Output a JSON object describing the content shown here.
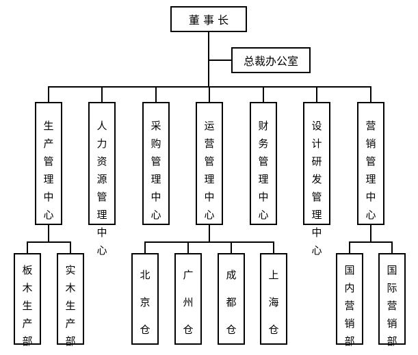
{
  "root": {
    "label": "董 事 长"
  },
  "staff": {
    "label": "总裁办公室"
  },
  "departments": [
    {
      "label": "生产管理中心",
      "children": [
        {
          "label": "板木生产部"
        },
        {
          "label": "实木生产部"
        }
      ]
    },
    {
      "label": "人力资源管理中心",
      "children": []
    },
    {
      "label": "采购管理中心",
      "children": []
    },
    {
      "label": "运营管理中心",
      "children": [
        {
          "label": "北京仓"
        },
        {
          "label": "广州仓"
        },
        {
          "label": "成都仓"
        },
        {
          "label": "上海仓"
        }
      ]
    },
    {
      "label": "财务管理中心",
      "children": []
    },
    {
      "label": "设计研发管理中心",
      "children": []
    },
    {
      "label": "营销管理中心",
      "children": [
        {
          "label": "国内营销部"
        },
        {
          "label": "国际营销部"
        }
      ]
    }
  ]
}
